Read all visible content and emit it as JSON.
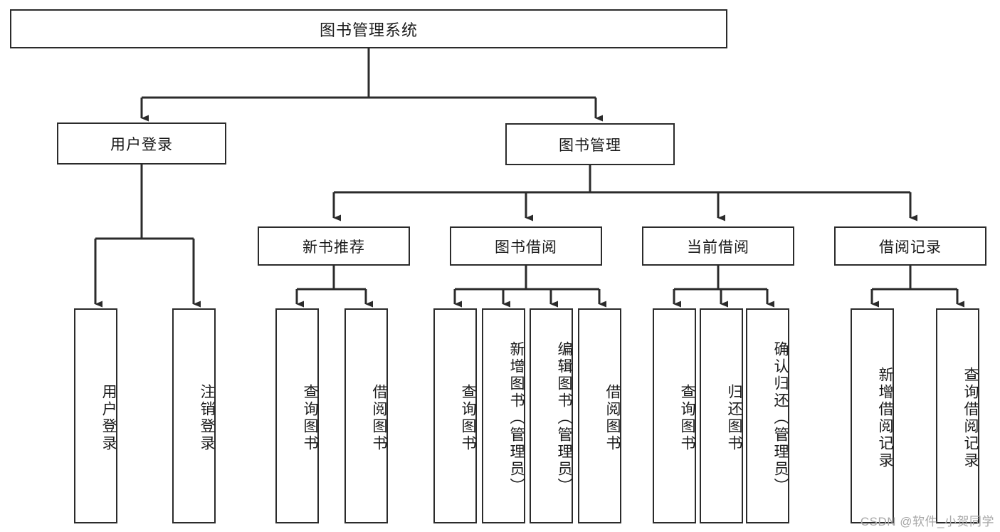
{
  "diagram": {
    "title": "图书管理系统",
    "type": "tree-structure-chart",
    "watermark": "CSDN @软件_小贺同学",
    "colors": {
      "box_border": "#2b2b2b",
      "box_fill": "#ffffff",
      "edge": "#2b2b2b",
      "text": "#1a1a1a",
      "watermark": "#a8a8a8",
      "background": "#ffffff"
    },
    "root": {
      "id": "root",
      "label": "图书管理系统"
    },
    "level2": [
      {
        "id": "user-login",
        "label": "用户登录"
      },
      {
        "id": "book-manage",
        "label": "图书管理"
      }
    ],
    "level3": [
      {
        "id": "new-book-rec",
        "label": "新书推荐",
        "parent": "book-manage"
      },
      {
        "id": "book-borrow",
        "label": "图书借阅",
        "parent": "book-manage"
      },
      {
        "id": "current-borrow",
        "label": "当前借阅",
        "parent": "book-manage"
      },
      {
        "id": "borrow-record",
        "label": "借阅记录",
        "parent": "book-manage"
      }
    ],
    "leaves": [
      {
        "id": "leaf-user-login",
        "label": "用户登录",
        "parent": "user-login"
      },
      {
        "id": "leaf-logout",
        "label": "注销登录",
        "parent": "user-login"
      },
      {
        "id": "leaf-query-book-1",
        "label": "查询图书",
        "parent": "new-book-rec"
      },
      {
        "id": "leaf-borrow-book-1",
        "label": "借阅图书",
        "parent": "new-book-rec"
      },
      {
        "id": "leaf-query-book-2",
        "label": "查询图书",
        "parent": "book-borrow"
      },
      {
        "id": "leaf-add-book",
        "label": "新增图书（管理员）",
        "parent": "book-borrow"
      },
      {
        "id": "leaf-edit-book",
        "label": "编辑图书（管理员）",
        "parent": "book-borrow"
      },
      {
        "id": "leaf-borrow-book-2",
        "label": "借阅图书",
        "parent": "book-borrow"
      },
      {
        "id": "leaf-query-book-3",
        "label": "查询图书",
        "parent": "current-borrow"
      },
      {
        "id": "leaf-return-book",
        "label": "归还图书",
        "parent": "current-borrow"
      },
      {
        "id": "leaf-confirm-return",
        "label": "确认归还（管理员）",
        "parent": "current-borrow"
      },
      {
        "id": "leaf-add-record",
        "label": "新增借阅记录",
        "parent": "borrow-record"
      },
      {
        "id": "leaf-query-record",
        "label": "查询借阅记录",
        "parent": "borrow-record"
      }
    ]
  }
}
